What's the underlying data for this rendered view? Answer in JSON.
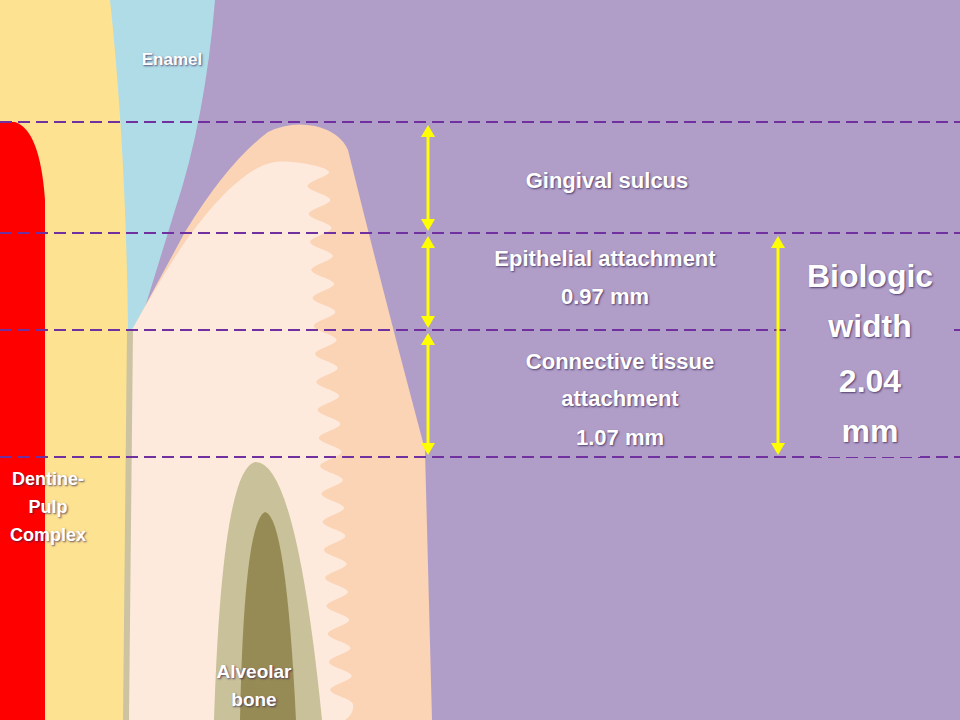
{
  "diagram": {
    "labels": [
      "Enamel",
      "Gingival sulcus",
      "Epithelial attachment",
      "0.97 mm",
      "Connective tissue attachment",
      "1.07 mm",
      "Biologic width",
      "2.04 mm",
      "Dentine-Pulp Complex",
      "Alveolar bone"
    ]
  }
}
